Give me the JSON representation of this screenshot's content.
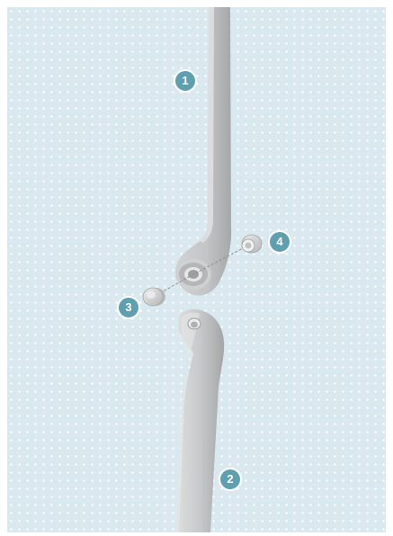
{
  "callouts": [
    {
      "label": "1"
    },
    {
      "label": "2"
    },
    {
      "label": "3"
    },
    {
      "label": "4"
    }
  ],
  "colors": {
    "background": "#d9e9ef",
    "callout_fill": "#5f9fb0",
    "part_light": "#e4e5e6",
    "part_mid": "#cbcccd",
    "part_dark": "#a9aaab"
  }
}
